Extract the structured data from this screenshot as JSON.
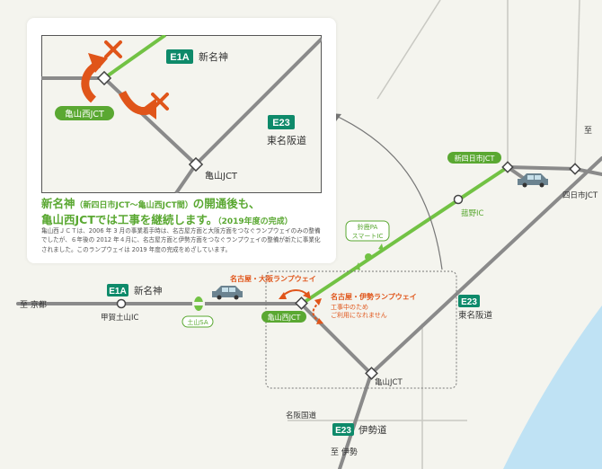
{
  "colors": {
    "background": "#f4f4ee",
    "road": "#8a8a8a",
    "road_dark": "#5a5a5a",
    "new_meishin": "#72c244",
    "shield": "#0e8a6a",
    "badge_green": "#5aa832",
    "orange": "#e0551a",
    "sea": "#bfe2f4"
  },
  "map": {
    "to_kyoto": "至 京都",
    "to_ise": "至 伊勢",
    "to_north": "至",
    "e1a_code": "E1A",
    "e1a_name": "新名神",
    "e23_code_meihan": "E23",
    "e23_name_meihan": "東名阪道",
    "e23_code_ise": "E23",
    "e23_name_ise": "伊勢道",
    "meihan_kokudo": "名阪国道",
    "kohgatsuchiyama_ic": "甲賀土山IC",
    "tsuchiyama_sa": "土山SA",
    "kameyama_nishi_jct": "亀山西JCT",
    "kameyama_jct": "亀山JCT",
    "suzuka_pa_line1": "鈴鹿PA",
    "suzuka_pa_line2": "スマートIC",
    "takeno_ic": "菰野IC",
    "shin_yokkaichi_jct": "新四日市JCT",
    "yokkaichi_jct": "四日市JCT",
    "ramp_nagoya_osaka": "名古屋・大阪ランプウェイ",
    "ramp_nagoya_ise": "名古屋・伊勢ランプウェイ",
    "ramp_note_line1": "工事中のため",
    "ramp_note_line2": "ご利用になれません"
  },
  "inset": {
    "e1a_code": "E1A",
    "e1a_name": "新名神",
    "e23_code": "E23",
    "e23_name": "東名阪道",
    "kameyama_nishi_jct": "亀山西JCT",
    "kameyama_jct": "亀山JCT"
  },
  "headline": {
    "line1_main": "新名神",
    "line1_paren": "（新四日市JCT～亀山西JCT間）",
    "line1_tail": "の開通後も、",
    "line2_main": "亀山西JCTでは工事を継続します。",
    "line2_small": "（2019年度の完成）"
  },
  "body_text": "亀山西ＪＣＴは、2006 年 3 月の事業着手時は、名古屋方面と大阪方面をつなぐランプウェイのみの整備でしたが、６年後の 2012 年４月に、名古屋方面と伊勢方面をつなぐランプウェイの整備が新たに事業化されました。このランプウェイは 2019 年度の完成をめざしています。"
}
